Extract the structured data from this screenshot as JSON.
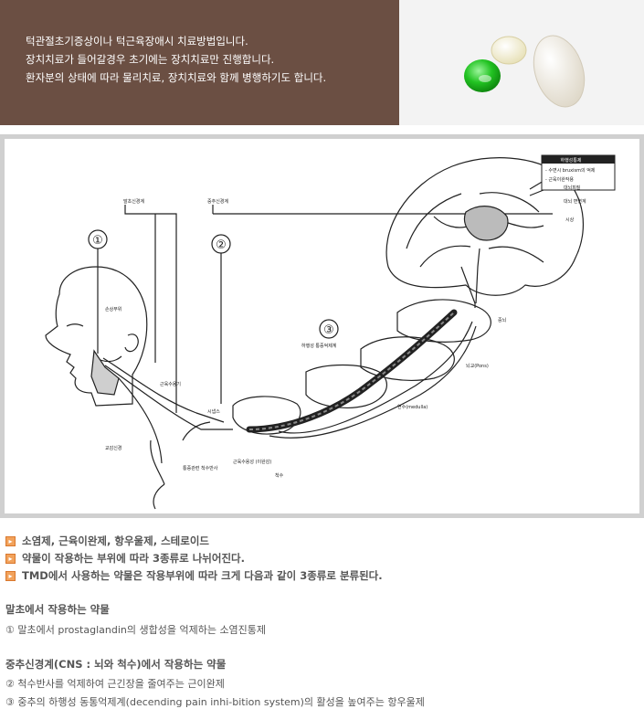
{
  "banner": {
    "lines": [
      "턱관절초기증상이나 턱근육장애시 치료방법입니다.",
      "장치치료가 들어갈경우 초기에는 장치치료만 진행합니다.",
      "환자분의 상태에 따라 물리치료, 장치치료와 함께 병행하기도 합니다."
    ],
    "bg_color": "#6b4f43",
    "pill_colors": [
      "#2ecc2e",
      "#f4efcf",
      "#f1ecde"
    ]
  },
  "diagram": {
    "markers": [
      "①",
      "②",
      "③"
    ],
    "labels": {
      "sensory": "말초신경계",
      "central": "중추신경계",
      "top_box": "하행성통제",
      "top_box_line1": "- 수면시 bruxism의 억제",
      "top_box_line2": "- 근육이완작용",
      "cortex": "대뇌피질",
      "limbic": "대뇌 변연계",
      "thalamus": "시상",
      "midbrain": "중뇌",
      "pons": "뇌교(Pons)",
      "medulla": "연수(medulla)",
      "descending": "하행성 통증억제계",
      "injury": "손상부위",
      "muscle": "근육수용기",
      "synapse": "시냅스",
      "ganglion": "교감신경",
      "reflex": "통증관련 척수반사",
      "muscle_spindle": "근육수용성\n(이완감)",
      "spinal": "척수"
    }
  },
  "bullets": [
    "소염제, 근육이완제, 항우울제, 스테로이드",
    "약물이 작용하는 부위에 따라 3종류로 나뉘어진다.",
    "TMD에서 사용하는 약물은 작용부위에 따라 크게 다음과 같이 3종류로 분류된다."
  ],
  "bullet_icon": "arrow-right-icon",
  "sections": {
    "peripheral_title": "말초에서 작용하는 약물",
    "peripheral_item1": "① 말초에서 prostaglandin의 생합성을 억제하는 소염진통제",
    "central_title": "중추신경계(CNS : 뇌와 척수)에서 작용하는 약물",
    "central_item2": "② 척수반사를 억제하여 근긴장을 줄여주는 근이완제",
    "central_item3": "③ 중추의 하행성 동통억제계(decending pain inhi-bition system)의 활성을 높여주는 항우울제"
  }
}
